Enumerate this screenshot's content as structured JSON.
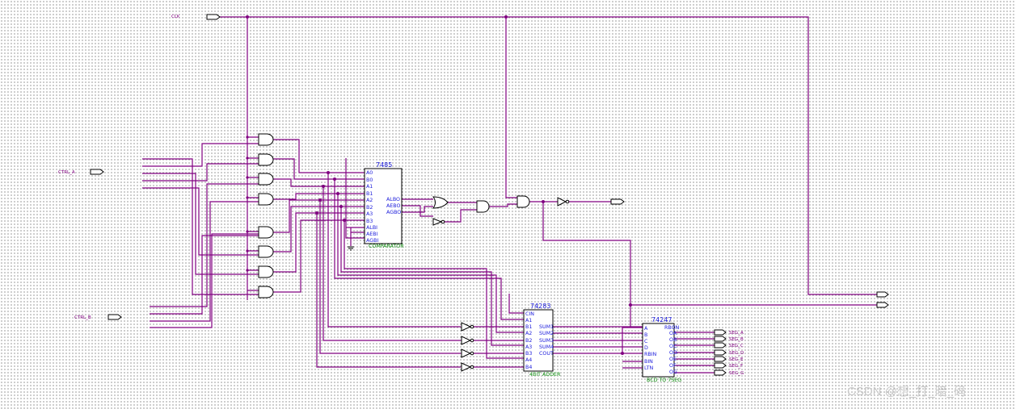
{
  "inputs": {
    "clk": "CLK",
    "ctl_a": "CTRL_A",
    "ctl_b": "CTRL_B"
  },
  "comparator": {
    "title": "7485",
    "subtitle": "COMPARATOR",
    "pins_in": [
      "A0",
      "B0",
      "A1",
      "B1",
      "A2",
      "B2",
      "A3",
      "B3",
      "ALBI",
      "AEBI",
      "AGBI"
    ],
    "pins_out": [
      "ALBO",
      "AEBO",
      "AGBO"
    ]
  },
  "adder": {
    "title": "74283",
    "subtitle": "4BIT ADDER",
    "pins_in": [
      "CIN",
      "A1",
      "B1",
      "A2",
      "B2",
      "A3",
      "B3",
      "A4",
      "B4"
    ],
    "pins_out": [
      "SUM1",
      "SUM2",
      "SUM3",
      "SUM4",
      "COUT"
    ]
  },
  "decoder": {
    "title": "74247",
    "subtitle": "BCD TO 7SEG",
    "pins_in": [
      "A",
      "B",
      "C",
      "D",
      "RBIN",
      "BIN",
      "LTN"
    ],
    "pins_out": [
      "RBON",
      "OA",
      "OB",
      "OC",
      "OD",
      "OE",
      "OF",
      "OG"
    ]
  },
  "outputs": [
    "SEG_A",
    "SEG_B",
    "SEG_C",
    "SEG_D",
    "SEG_E",
    "SEG_F",
    "SEG_G"
  ],
  "watermark": "CSDN @想_打_暗_码"
}
